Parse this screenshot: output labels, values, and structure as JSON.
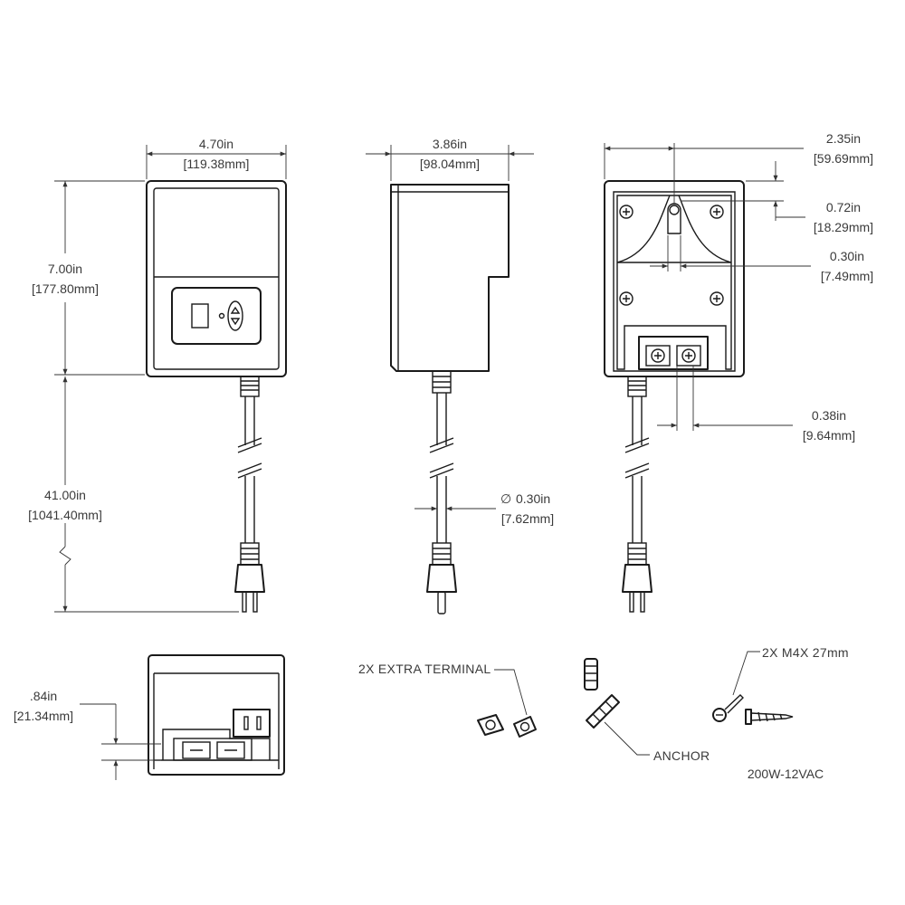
{
  "dimensions": {
    "front_width": {
      "imperial": "4.70in",
      "metric": "[119.38mm]"
    },
    "front_height": {
      "imperial": "7.00in",
      "metric": "[177.80mm]"
    },
    "cord_length": {
      "imperial": "41.00in",
      "metric": "[1041.40mm]"
    },
    "side_depth": {
      "imperial": "3.86in",
      "metric": "[98.04mm]"
    },
    "cord_diameter": {
      "imperial": "0.30in",
      "metric": "[7.62mm]",
      "symbol": "∅"
    },
    "back_half_width": {
      "imperial": "2.35in",
      "metric": "[59.69mm]"
    },
    "keyhole_offset": {
      "imperial": "0.72in",
      "metric": "[18.29mm]"
    },
    "keyhole_width": {
      "imperial": "0.30in",
      "metric": "[7.49mm]"
    },
    "terminal_pitch": {
      "imperial": "0.38in",
      "metric": "[9.64mm]"
    },
    "bottom_offset": {
      "imperial": ".84in",
      "metric": "[21.34mm]"
    }
  },
  "parts": {
    "extra_terminal": "2X EXTRA TERMINAL",
    "anchor": "ANCHOR",
    "screw": "2X M4X 27mm"
  },
  "model": "200W-12VAC"
}
